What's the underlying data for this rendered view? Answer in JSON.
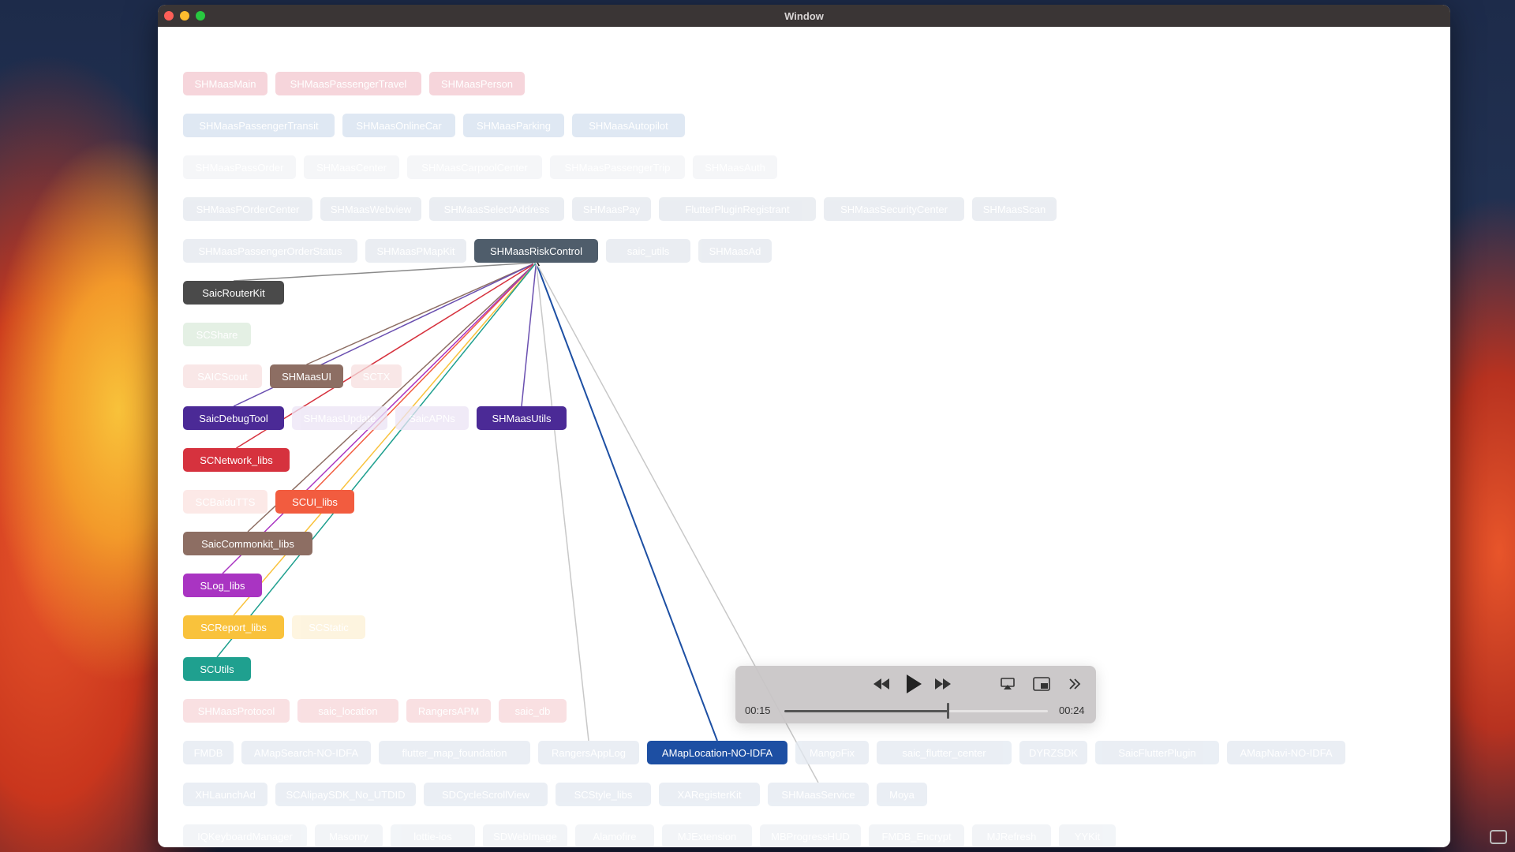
{
  "window": {
    "title": "Window"
  },
  "rows": [
    [
      {
        "label": "SHMaasMain",
        "bg": "#f4c8cf"
      },
      {
        "label": "SHMaasPassengerTravel",
        "bg": "#f4c8cf"
      },
      {
        "label": "SHMaasPerson",
        "bg": "#f4c8cf"
      }
    ],
    [
      {
        "label": "SHMaasPassengerTransit",
        "bg": "#d5e1ef"
      },
      {
        "label": "SHMaasOnlineCar",
        "bg": "#d5e1ef"
      },
      {
        "label": "SHMaasParking",
        "bg": "#d5e1ef"
      },
      {
        "label": "SHMaasAutopilot",
        "bg": "#d5e1ef"
      }
    ],
    [
      {
        "label": "SHMaasPassOrder",
        "bg": "#f2f3f6"
      },
      {
        "label": "SHMaasCenter",
        "bg": "#f2f3f6"
      },
      {
        "label": "SHMaasCarpoolCenter",
        "bg": "#f2f3f6"
      },
      {
        "label": "SHMaasPassengerTrip",
        "bg": "#f2f3f6"
      },
      {
        "label": "SHMaasAuth",
        "bg": "#f2f3f6"
      }
    ],
    [
      {
        "label": "SHMaasPOrderCenter",
        "bg": "#e4e8ee"
      },
      {
        "label": "SHMaasWebview",
        "bg": "#e4e8ee"
      },
      {
        "label": "SHMaasSelectAddress",
        "bg": "#e4e8ee"
      },
      {
        "label": "SHMaasPay",
        "bg": "#e4e8ee"
      },
      {
        "label": "FlutterPluginRegistrant",
        "bg": "#e4e8ee"
      },
      {
        "label": "SHMaasSecurityCenter",
        "bg": "#e4e8ee"
      },
      {
        "label": "SHMaasScan",
        "bg": "#e4e8ee"
      }
    ],
    [
      {
        "label": "SHMaasPassengerOrderStatus",
        "bg": "#e4e8ee"
      },
      {
        "label": "SHMaasPMapKit",
        "bg": "#e4e8ee"
      },
      {
        "label": "SHMaasRiskControl",
        "bg": "#4f5d6b",
        "text": "#ffffff"
      },
      {
        "label": "saic_utils",
        "bg": "#e4e8ee"
      },
      {
        "label": "SHMaasAd",
        "bg": "#e4e8ee"
      }
    ],
    [
      {
        "label": "SaicRouterKit",
        "bg": "#4a4a4a",
        "text": "#ffffff"
      }
    ],
    [
      {
        "label": "SCShare",
        "bg": "#dcebdc"
      }
    ],
    [
      {
        "label": "SAICScout",
        "bg": "#f7e0e0"
      },
      {
        "label": "SHMaasUI",
        "bg": "#8d6e63",
        "text": "#ffffff"
      },
      {
        "label": "SCTX",
        "bg": "#f7e0e0"
      }
    ],
    [
      {
        "label": "SaicDebugTool",
        "bg": "#4b2a96",
        "text": "#ffffff"
      },
      {
        "label": "SHMaasUpdate",
        "bg": "#ece4f5"
      },
      {
        "label": "SaicAPNs",
        "bg": "#ece4f5"
      },
      {
        "label": "SHMaasUtils",
        "bg": "#4b2a96",
        "text": "#ffffff"
      }
    ],
    [
      {
        "label": "SCNetwork_libs",
        "bg": "#d6323e",
        "text": "#ffffff"
      }
    ],
    [
      {
        "label": "SCBaiduTTS",
        "bg": "#fbe2e0"
      },
      {
        "label": "SCUI_libs",
        "bg": "#f25c3f",
        "text": "#ffffff"
      }
    ],
    [
      {
        "label": "SaicCommonkit_libs",
        "bg": "#8d6e63",
        "text": "#ffffff"
      }
    ],
    [
      {
        "label": "SLog_libs",
        "bg": "#a934c2",
        "text": "#ffffff"
      }
    ],
    [
      {
        "label": "SCReport_libs",
        "bg": "#f9c23c",
        "text": "#ffffff"
      },
      {
        "label": "SCStatic",
        "bg": "#fdf1d5"
      }
    ],
    [
      {
        "label": "SCUtils",
        "bg": "#1fa08f",
        "text": "#ffffff"
      }
    ],
    [
      {
        "label": "SHMaasProtocol",
        "bg": "#f7d6d9"
      },
      {
        "label": "saic_location",
        "bg": "#f7d6d9"
      },
      {
        "label": "RangersAPM",
        "bg": "#f7d6d9"
      },
      {
        "label": "saic_db",
        "bg": "#f7d6d9"
      }
    ],
    [
      {
        "label": "FMDB",
        "bg": "#e3e9f1"
      },
      {
        "label": "AMapSearch-NO-IDFA",
        "bg": "#e3e9f1"
      },
      {
        "label": "flutter_map_foundation",
        "bg": "#e3e9f1"
      },
      {
        "label": "RangersAppLog",
        "bg": "#e3e9f1"
      },
      {
        "label": "AMapLocation-NO-IDFA",
        "bg": "#1d4fa3",
        "text": "#ffffff"
      },
      {
        "label": "MangoFix",
        "bg": "#e3e9f1"
      },
      {
        "label": "saic_flutter_center",
        "bg": "#e3e9f1"
      },
      {
        "label": "DYRZSDK",
        "bg": "#e3e9f1"
      },
      {
        "label": "SaicFlutterPlugin",
        "bg": "#e3e9f1"
      },
      {
        "label": "AMapNavi-NO-IDFA",
        "bg": "#e3e9f1"
      }
    ],
    [
      {
        "label": "XHLaunchAd",
        "bg": "#e3e9f1"
      },
      {
        "label": "SCAlipaySDK_No_UTDID",
        "bg": "#e3e9f1"
      },
      {
        "label": "SDCycleScrollView",
        "bg": "#e3e9f1"
      },
      {
        "label": "SCStyle_libs",
        "bg": "#e3e9f1"
      },
      {
        "label": "XARegisterKit",
        "bg": "#e3e9f1"
      },
      {
        "label": "SHMaasService",
        "bg": "#e3e9f1"
      },
      {
        "label": "Moya",
        "bg": "#e3e9f1"
      }
    ],
    [
      {
        "label": "IQKeyboardManager",
        "bg": "#eef1f5"
      },
      {
        "label": "Masonry",
        "bg": "#eef1f5"
      },
      {
        "label": "lottie-ios",
        "bg": "#eef1f5"
      },
      {
        "label": "SDWebImage",
        "bg": "#eef1f5"
      },
      {
        "label": "Alamofire",
        "bg": "#eef1f5"
      },
      {
        "label": "MJExtension",
        "bg": "#eef1f5"
      },
      {
        "label": "MBProgressHUD",
        "bg": "#eef1f5"
      },
      {
        "label": "FMDB_Encrypt",
        "bg": "#eef1f5"
      },
      {
        "label": "MJRefresh",
        "bg": "#eef1f5"
      },
      {
        "label": "YYKit",
        "bg": "#eef1f5"
      }
    ]
  ],
  "edge_colors": {
    "SaicRouterKit": "#8a8a8a",
    "SHMaasUI": "#8d6e63",
    "SaicDebugTool": "#6a4fb0",
    "SHMaasUtils": "#6a4fb0",
    "SCNetwork_libs": "#d6323e",
    "SCUI_libs": "#f25c3f",
    "SaicCommonkit_libs": "#8d6e63",
    "SLog_libs": "#a934c2",
    "SCReport_libs": "#f9c23c",
    "SCUtils": "#1fa08f",
    "AMapLocation-NO-IDFA": "#1d4fa3",
    "RangersAppLog": "#c8c8c8",
    "SHMaasService": "#c8c8c8"
  },
  "player": {
    "elapsed": "00:15",
    "total": "00:24",
    "progress": 0.62
  }
}
